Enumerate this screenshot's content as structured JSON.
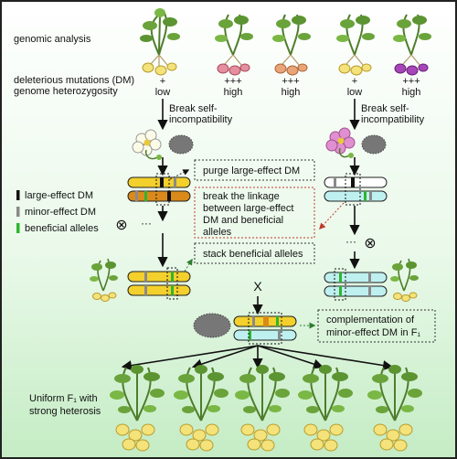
{
  "labels": {
    "genomic_analysis": "genomic analysis",
    "dm": "deleterious mutations (DM)",
    "heterozygosity": "genome heterozygosity"
  },
  "columns": [
    {
      "dm": "+",
      "het": "low"
    },
    {
      "dm": "+++",
      "het": "high"
    },
    {
      "dm": "+++",
      "het": "high"
    },
    {
      "dm": "+",
      "het": "low"
    },
    {
      "dm": "+++",
      "het": "high"
    }
  ],
  "break_left": [
    "Break self-",
    "incompatibility"
  ],
  "break_right": [
    "Break self-",
    "incompatibility"
  ],
  "legend": [
    {
      "label": "large-effect DM",
      "color": "#111111"
    },
    {
      "label": "minor-effect DM",
      "color": "#8a8a8a"
    },
    {
      "label": "beneficial alleles",
      "color": "#2fb52f"
    }
  ],
  "boxes": {
    "purge": "purge large-effect DM",
    "break_linkage": [
      "break the linkage",
      "between large-effect",
      "DM and beneficial",
      "alleles"
    ],
    "stack": "stack beneficial alleles",
    "complementation": [
      "complementation of",
      "minor-effect DM in F₁"
    ]
  },
  "cross_symbol": "X",
  "self_symbol": "⊗",
  "dots": "···",
  "result": [
    "Uniform F₁ with",
    "strong heterosis"
  ],
  "colors": {
    "bg_top": "#ffffff",
    "bg_bottom": "#c9efc9",
    "yellow": "#f3d02c",
    "orange": "#d98a1a",
    "cyan": "#bff0f0",
    "green": "#2fb52f",
    "box_red": "#c0392b",
    "flower_left": "#fbfbe8",
    "flower_right": "#e08fd0",
    "tuber_yellow": "#f4e27a",
    "tuber_red": "#e07a7a",
    "tuber_purple": "#a646b8"
  }
}
